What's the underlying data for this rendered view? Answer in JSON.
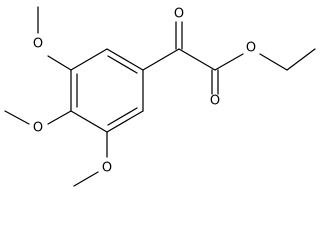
{
  "molecule": {
    "atoms": {
      "o_ketone": "O",
      "o_ester_carbonyl": "O",
      "o_ester_ether": "O",
      "o_methoxy_top": "O",
      "o_methoxy_middle": "O",
      "o_methoxy_bottom": "O"
    },
    "colors": {
      "bond": "#000000",
      "atom_label": "#000000",
      "background": "#ffffff"
    }
  }
}
